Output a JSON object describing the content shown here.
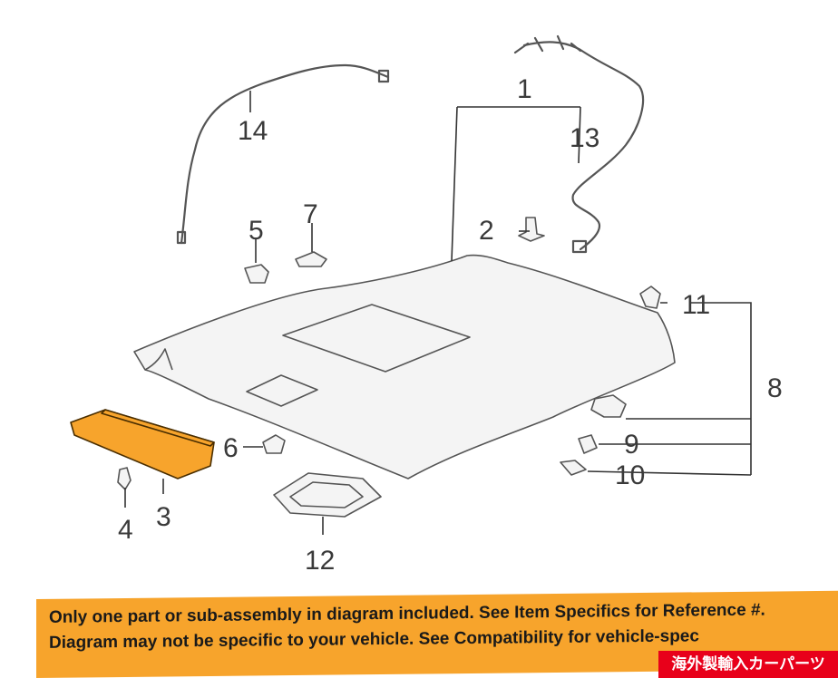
{
  "diagram": {
    "callouts": {
      "c1": "1",
      "c2": "2",
      "c3": "3",
      "c4": "4",
      "c5": "5",
      "c6": "6",
      "c7": "7",
      "c8": "8",
      "c9": "9",
      "c10": "10",
      "c11": "11",
      "c12": "12",
      "c13": "13",
      "c14": "14"
    },
    "highlight_color": "#f7a42c",
    "highlighted_part": "3"
  },
  "banner": {
    "line1": "Only one part or sub-assembly in diagram included. See Item Specifics for Reference #.",
    "line2": "Diagram may not be specific to your vehicle. See Compatibility for vehicle-spec",
    "badge": "海外製輸入カーパーツ",
    "background": "#f7a42c",
    "badge_color": "#e8001a"
  }
}
